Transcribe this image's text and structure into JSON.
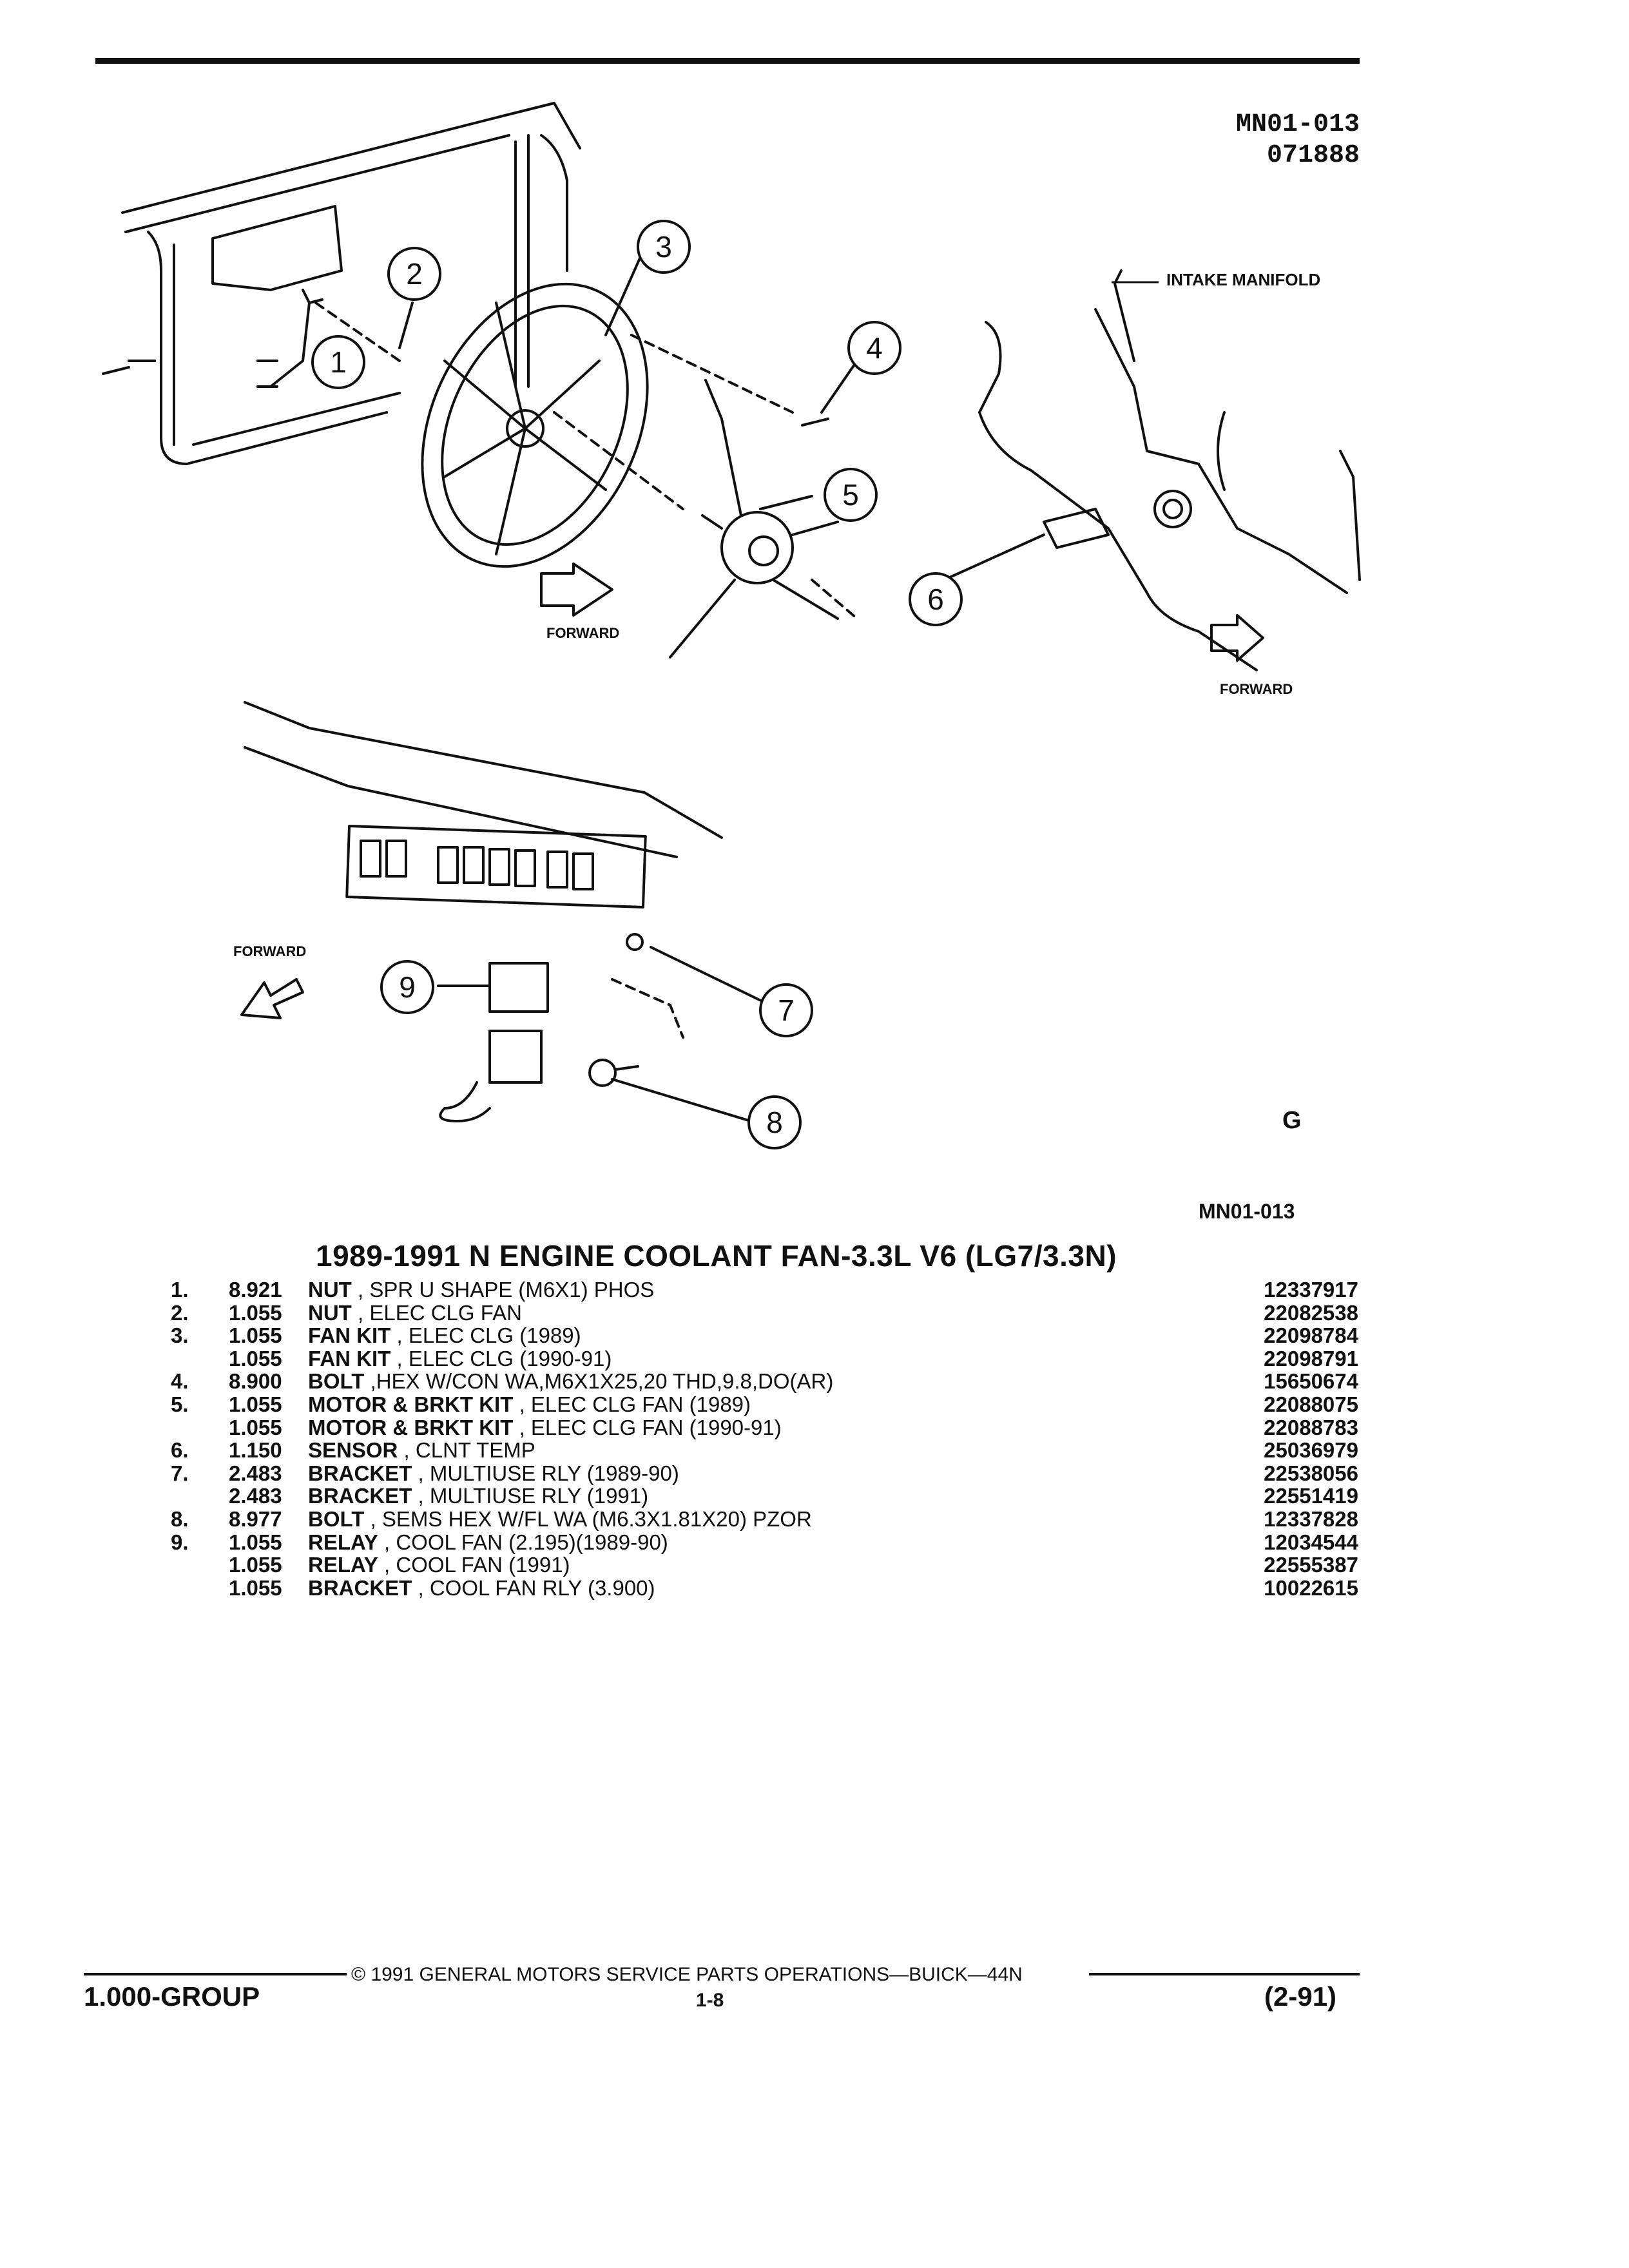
{
  "header": {
    "figure_id": "MN01-013",
    "figure_date": "071888"
  },
  "callouts": {
    "intake_manifold": "INTAKE MANIFOLD",
    "forward_1": "FORWARD",
    "forward_2": "FORWARD",
    "forward_3": "FORWARD"
  },
  "balloons": [
    "1",
    "2",
    "3",
    "4",
    "5",
    "6",
    "7",
    "8",
    "9"
  ],
  "gm_mark": "G",
  "figure_code": "MN01-013",
  "title": "1989-1991 N ENGINE COOLANT FAN-3.3L V6 (LG7/3.3N)",
  "parts": [
    {
      "idx": "1.",
      "qty": "8.921",
      "name": "NUT",
      "spec": ", SPR U SHAPE (M6X1) PHOS",
      "pn": "12337917"
    },
    {
      "idx": "2.",
      "qty": "1.055",
      "name": "NUT",
      "spec": ", ELEC CLG FAN",
      "pn": "22082538"
    },
    {
      "idx": "3.",
      "qty": "1.055",
      "name": "FAN KIT",
      "spec": ", ELEC CLG (1989)",
      "pn": "22098784"
    },
    {
      "idx": "",
      "qty": "1.055",
      "name": "FAN KIT",
      "spec": ", ELEC CLG (1990-91)",
      "pn": "22098791"
    },
    {
      "idx": "4.",
      "qty": "8.900",
      "name": "BOLT",
      "spec": ",HEX W/CON WA,M6X1X25,20 THD,9.8,DO(AR)",
      "pn": "15650674"
    },
    {
      "idx": "5.",
      "qty": "1.055",
      "name": "MOTOR & BRKT KIT",
      "spec": ", ELEC CLG FAN (1989)",
      "pn": "22088075"
    },
    {
      "idx": "",
      "qty": "1.055",
      "name": "MOTOR & BRKT KIT",
      "spec": ", ELEC CLG FAN (1990-91)",
      "pn": "22088783"
    },
    {
      "idx": "6.",
      "qty": "1.150",
      "name": "SENSOR",
      "spec": ", CLNT TEMP",
      "pn": "25036979"
    },
    {
      "idx": "7.",
      "qty": "2.483",
      "name": "BRACKET",
      "spec": ", MULTIUSE RLY (1989-90)",
      "pn": "22538056"
    },
    {
      "idx": "",
      "qty": "2.483",
      "name": "BRACKET",
      "spec": ", MULTIUSE RLY (1991)",
      "pn": "22551419"
    },
    {
      "idx": "8.",
      "qty": "8.977",
      "name": "BOLT",
      "spec": ", SEMS HEX W/FL WA (M6.3X1.81X20) PZOR",
      "pn": "12337828"
    },
    {
      "idx": "9.",
      "qty": "1.055",
      "name": "RELAY",
      "spec": ", COOL FAN (2.195)(1989-90)",
      "pn": "12034544"
    },
    {
      "idx": "",
      "qty": "1.055",
      "name": "RELAY",
      "spec": ", COOL FAN (1991)",
      "pn": "22555387"
    },
    {
      "idx": "",
      "qty": "1.055",
      "name": "BRACKET",
      "spec": ", COOL FAN RLY (3.900)",
      "pn": "10022615"
    }
  ],
  "footer": {
    "copyright": "© 1991 GENERAL MOTORS SERVICE PARTS OPERATIONS—BUICK—44N",
    "group": "1.000-GROUP",
    "page": "1-8",
    "date": "(2-91)"
  }
}
